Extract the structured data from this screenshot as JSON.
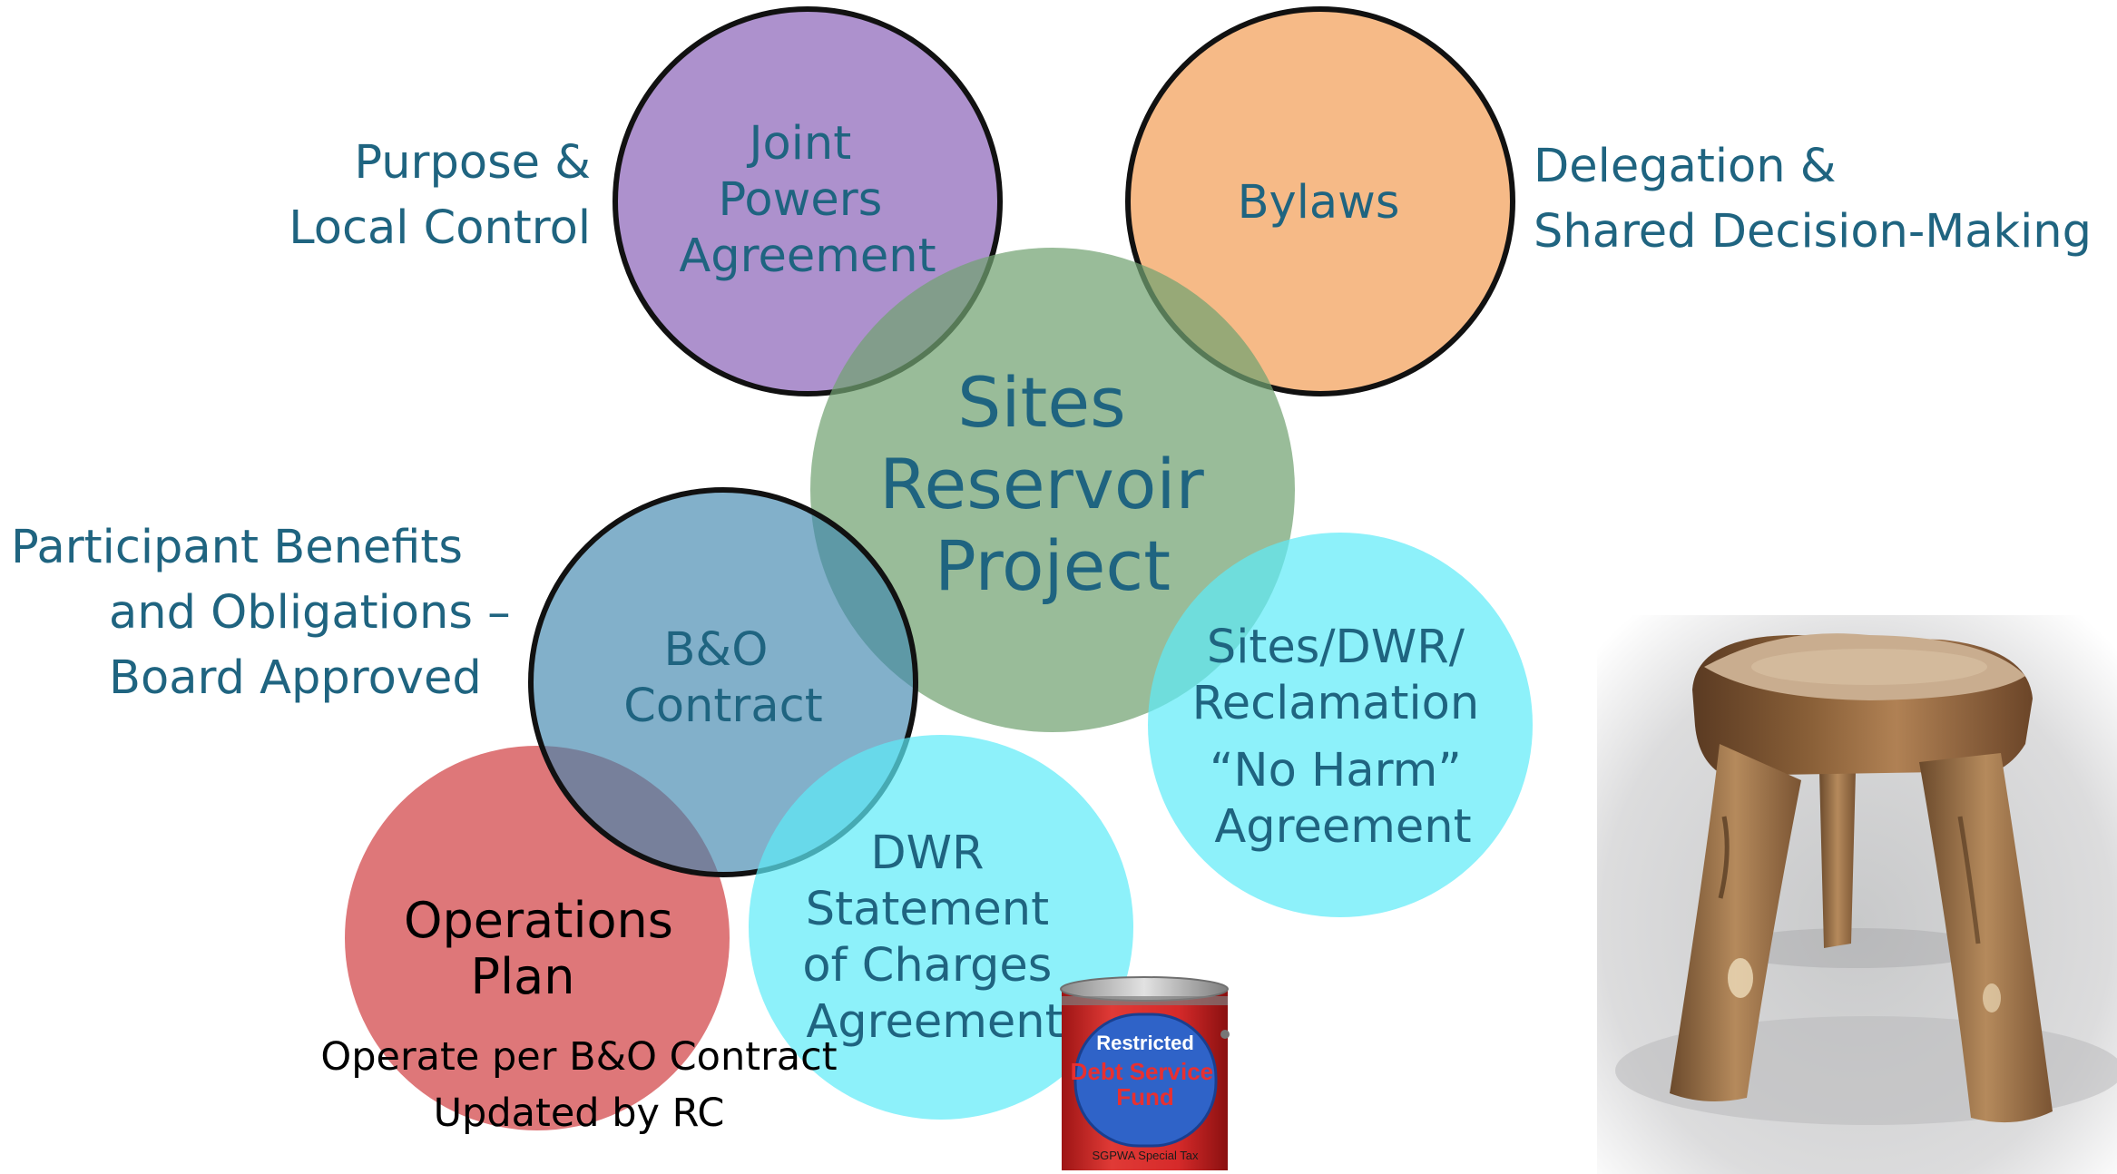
{
  "colors": {
    "label_text": "#1f6480",
    "outline": "#111111",
    "joint_powers": "#a485c8",
    "bylaws": "#f5b27a",
    "project": "#8cb48b",
    "bo_contract": "#6ca2be",
    "operations": "#d96467",
    "dwr_soc": "#7eeffa",
    "no_harm": "#7eeffa"
  },
  "circles": {
    "joint_powers": {
      "lines": [
        "Joint",
        "Powers",
        "Agreement"
      ]
    },
    "bylaws": {
      "lines": [
        "Bylaws"
      ]
    },
    "project": {
      "lines": [
        "Sites",
        "Reservoir",
        "Project"
      ]
    },
    "bo_contract": {
      "lines": [
        "B&O",
        "Contract"
      ]
    },
    "operations": {
      "lines": [
        "Operations",
        "Plan"
      ]
    },
    "dwr_soc": {
      "lines": [
        "DWR",
        "Statement",
        "of Charges",
        "Agreement"
      ]
    },
    "no_harm": {
      "lines": [
        "Sites/DWR/",
        "Reclamation",
        "“No Harm”",
        "Agreement"
      ]
    }
  },
  "side_labels": {
    "purpose": [
      "Purpose &",
      "Local Control"
    ],
    "delegation": [
      "Delegation &",
      "Shared Decision-Making"
    ],
    "participant": [
      "Participant Benefits",
      "and Obligations –",
      "Board Approved"
    ]
  },
  "operations_note": [
    "Operate per B&O Contract",
    "Updated by RC"
  ],
  "paint_can": {
    "label_lines": [
      "Restricted",
      "Debt Service",
      "Fund"
    ],
    "caption": "SGPWA Special Tax",
    "colors": {
      "body": "#d82b2b",
      "label": "#2f63c8",
      "lid": "#b7b7b7"
    }
  },
  "stool_image": {
    "icon": "three-legged-wooden-stool-icon"
  }
}
